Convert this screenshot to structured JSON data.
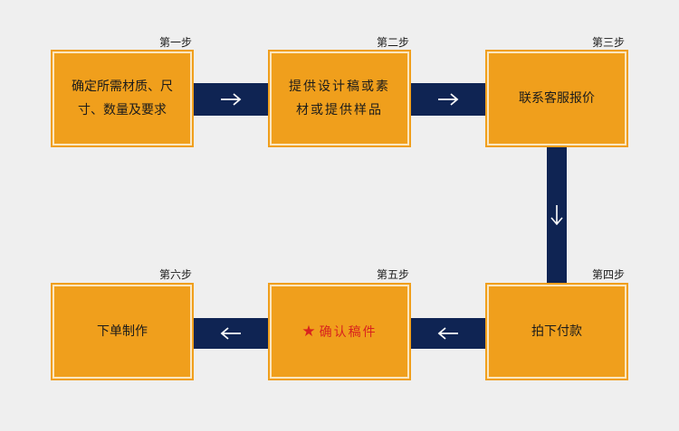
{
  "colors": {
    "background": "#efefef",
    "box_fill": "#f09f1c",
    "box_inner_border": "#fbe6bf",
    "connector": "#0f2453",
    "arrow": "#ffffff",
    "highlight_text": "#d8231e"
  },
  "steps": [
    {
      "label": "第一步",
      "text": "确定所需材质、尺寸、数量及要求"
    },
    {
      "label": "第二步",
      "text": "提供设计稿或素材或提供样品"
    },
    {
      "label": "第三步",
      "text": "联系客服报价"
    },
    {
      "label": "第四步",
      "text": "拍下付款"
    },
    {
      "label": "第五步",
      "text": "确认稿件",
      "icon": "star-icon"
    },
    {
      "label": "第六步",
      "text": "下单制作"
    }
  ],
  "connectors": [
    {
      "icon": "arrow-right-icon"
    },
    {
      "icon": "arrow-right-icon"
    },
    {
      "icon": "arrow-down-icon"
    },
    {
      "icon": "arrow-left-icon"
    },
    {
      "icon": "arrow-left-icon"
    }
  ]
}
